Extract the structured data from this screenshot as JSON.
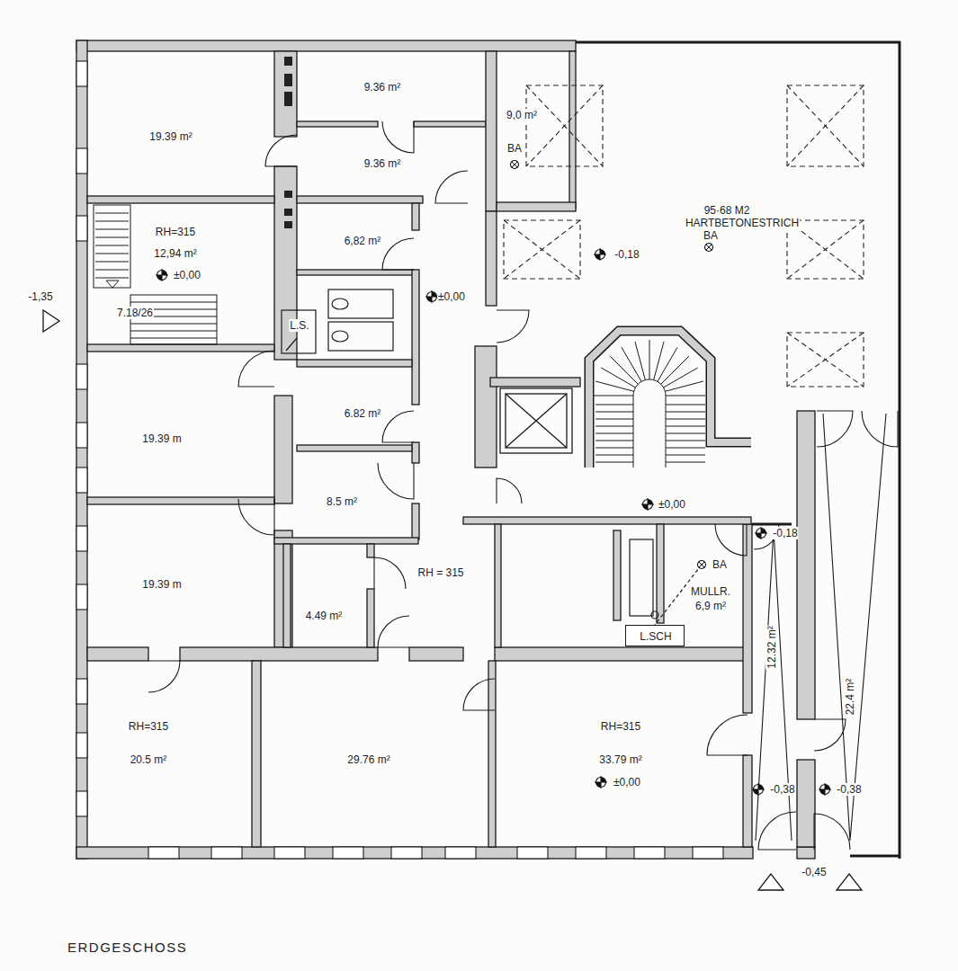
{
  "diagram": {
    "caption": "ERDGESCHOSS",
    "nodes": [
      {
        "text": [
          "19.39 m²"
        ]
      },
      {
        "text": [
          "9.36 m²"
        ]
      },
      {
        "text": [
          "9,0 m²",
          "BA"
        ]
      },
      {
        "text": [
          "9.36 m²"
        ]
      },
      {
        "text": [
          "95·68 M2",
          "HARTBETONESTRICH",
          "BA",
          "-0,18"
        ]
      },
      {
        "text": [
          "RH=315",
          "12,94 m²",
          "±0,00",
          "7.18/26"
        ]
      },
      {
        "text": [
          "6,82 m²"
        ]
      },
      {
        "text": [
          "6.82 m²"
        ]
      },
      {
        "text": [
          "19.39 m"
        ]
      },
      {
        "text": [
          "8.5 m²"
        ]
      },
      {
        "text": [
          "19.39 m"
        ]
      },
      {
        "text": [
          "4.49 m²"
        ]
      },
      {
        "text": [
          "RH = 315"
        ]
      },
      {
        "text": [
          "BA",
          "MULLR.",
          "6,9 m²"
        ]
      },
      {
        "text": [
          "L.SCH"
        ]
      },
      {
        "text": [
          "12.32 m²"
        ]
      },
      {
        "text": [
          "22.4 m²"
        ]
      },
      {
        "text": [
          "RH=315",
          "20.5 m²"
        ]
      },
      {
        "text": [
          "29.76 m²"
        ]
      },
      {
        "text": [
          "RH=315",
          "33.79 m²",
          "±0,00"
        ]
      }
    ],
    "labels": [
      "-1,35",
      "±0,00",
      "L.S.",
      "±0,00",
      "-0,18",
      "-0,38",
      "-0,38",
      "-0,45"
    ]
  }
}
